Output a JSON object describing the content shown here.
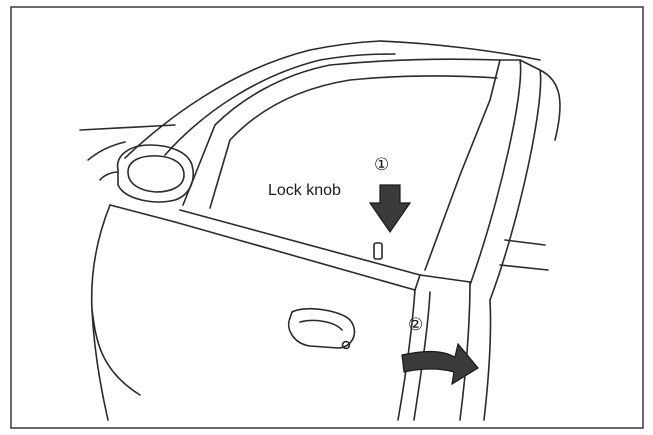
{
  "labels": {
    "lock_knob": "Lock knob",
    "step1": "①",
    "step2": "②"
  },
  "colors": {
    "line": "#2a2a2a",
    "arrow_fill": "#3a3a3a",
    "frame": "#444444"
  }
}
